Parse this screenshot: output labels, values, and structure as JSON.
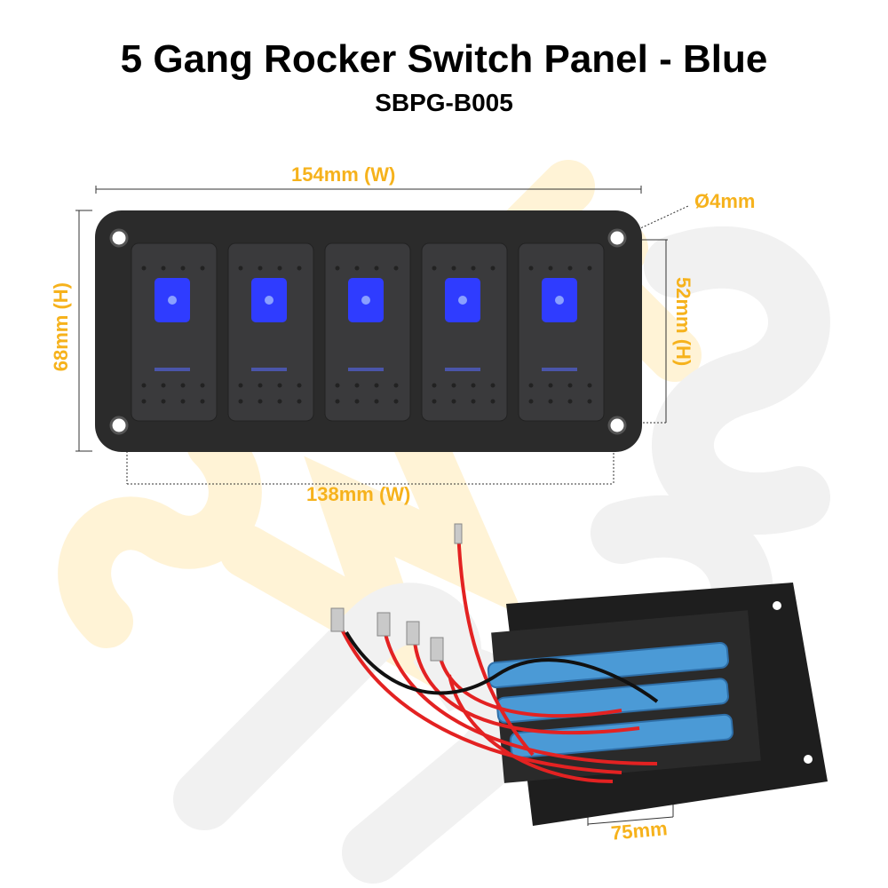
{
  "watermark": {
    "line1": "SWITCH",
    "line2": "BOSS"
  },
  "header": {
    "title": "5 Gang Rocker Switch Panel - Blue",
    "model": "SBPG-B005"
  },
  "dimensions": {
    "width_outer": "154mm (W)",
    "width_holes": "138mm (W)",
    "height_outer": "68mm (H)",
    "height_holes": "52mm (H)",
    "hole_diameter": "Ø4mm",
    "depth": "75mm"
  },
  "switches": {
    "count": 5,
    "led_color": "#2f3cff"
  },
  "colors": {
    "accent": "#f6b21c",
    "panel": "#2b2b2b"
  }
}
